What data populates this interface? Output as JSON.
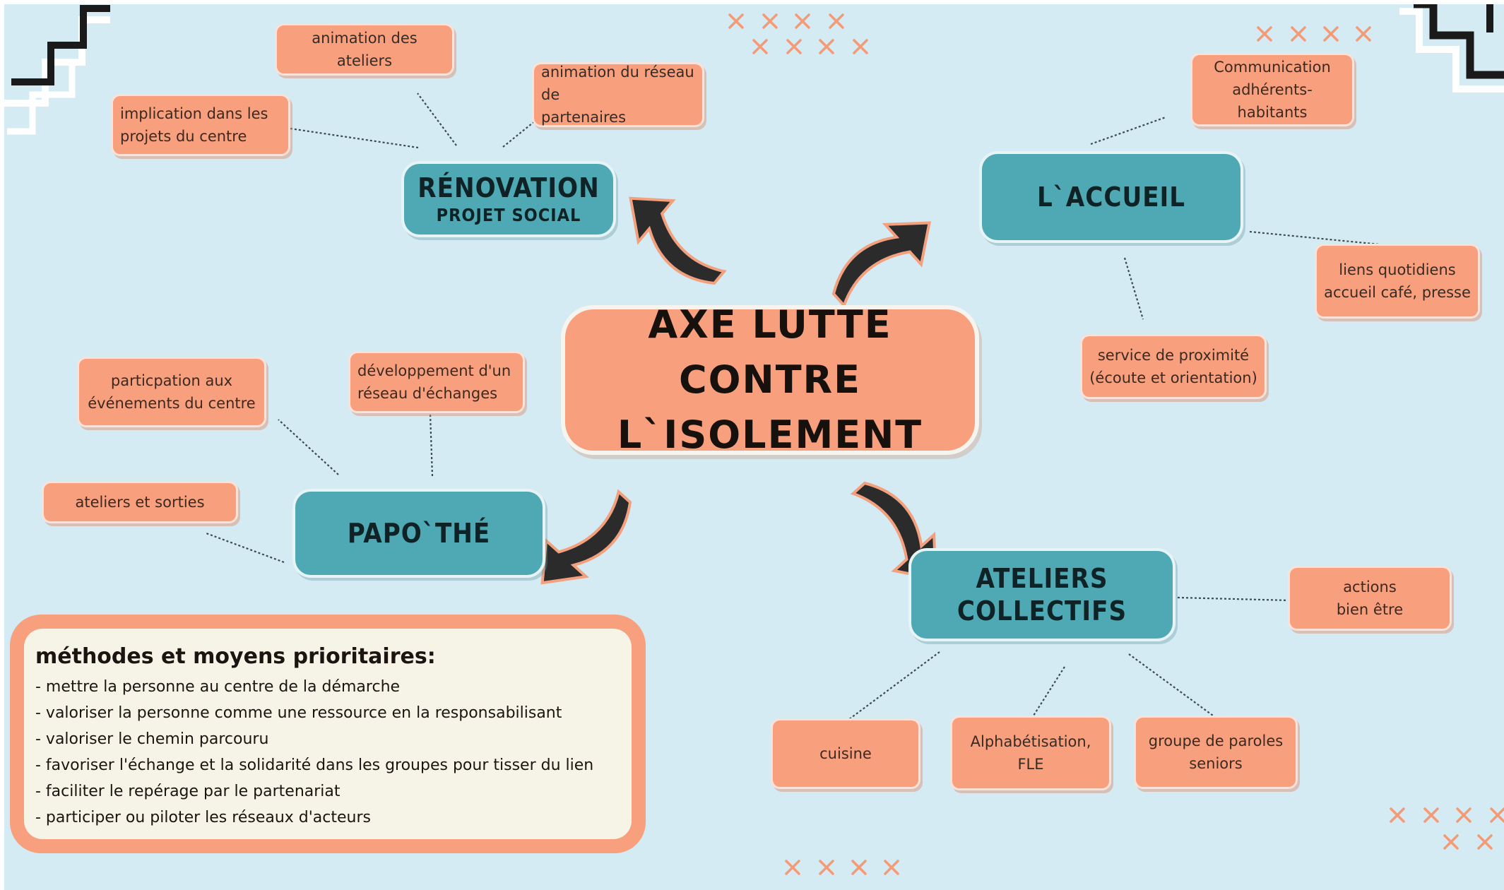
{
  "center": {
    "line1": "AXE LUTTE CONTRE",
    "line2": "L`ISOLEMENT"
  },
  "hubs": {
    "renovation": {
      "title": "RÉNOVATION",
      "subtitle": "PROJET SOCIAL"
    },
    "accueil": {
      "title": "L`ACCUEIL"
    },
    "papothe": {
      "title": "PAPO`THÉ"
    },
    "ateliers": {
      "line1": "ATELIERS",
      "line2": "COLLECTIFS"
    }
  },
  "renovation_items": {
    "animation_ateliers": "animation des ateliers",
    "implication": [
      "implication dans les",
      "projets du centre"
    ],
    "animation_reseau": [
      "animation du réseau de",
      "partenaires"
    ]
  },
  "accueil_items": {
    "communication": [
      "Communication",
      "adhérents- habitants"
    ],
    "liens": [
      "liens quotidiens",
      "accueil café, presse"
    ],
    "service": [
      "service de proximité",
      "(écoute et orientation)"
    ]
  },
  "papothe_items": {
    "participation": [
      "particpation aux",
      "événements du centre"
    ],
    "developpement": [
      "développement d'un",
      "réseau d'échanges"
    ],
    "ateliers_sorties": "ateliers et sorties"
  },
  "ateliers_items": {
    "actions": [
      "actions",
      "bien être"
    ],
    "cuisine": "cuisine",
    "alpha": [
      "Alphabétisation,",
      "FLE"
    ],
    "groupe": [
      "groupe de paroles",
      "seniors"
    ]
  },
  "methods": {
    "title": "méthodes et moyens prioritaires:",
    "items": [
      "- mettre la personne au centre de la démarche",
      "- valoriser la personne comme une ressource en la responsabilisant",
      "- valoriser le chemin parcouru",
      "- favoriser l'échange et la solidarité dans les groupes pour tisser du lien",
      "- faciliter le repérage par le partenariat",
      "- participer ou piloter les réseaux d'acteurs"
    ]
  },
  "colors": {
    "background": "#d4ebf4",
    "node_orange": "#f89f7e",
    "hub_teal": "#4fa9b4",
    "cross_orange": "#f39a77",
    "arrow_dark": "#2b2b2b"
  }
}
